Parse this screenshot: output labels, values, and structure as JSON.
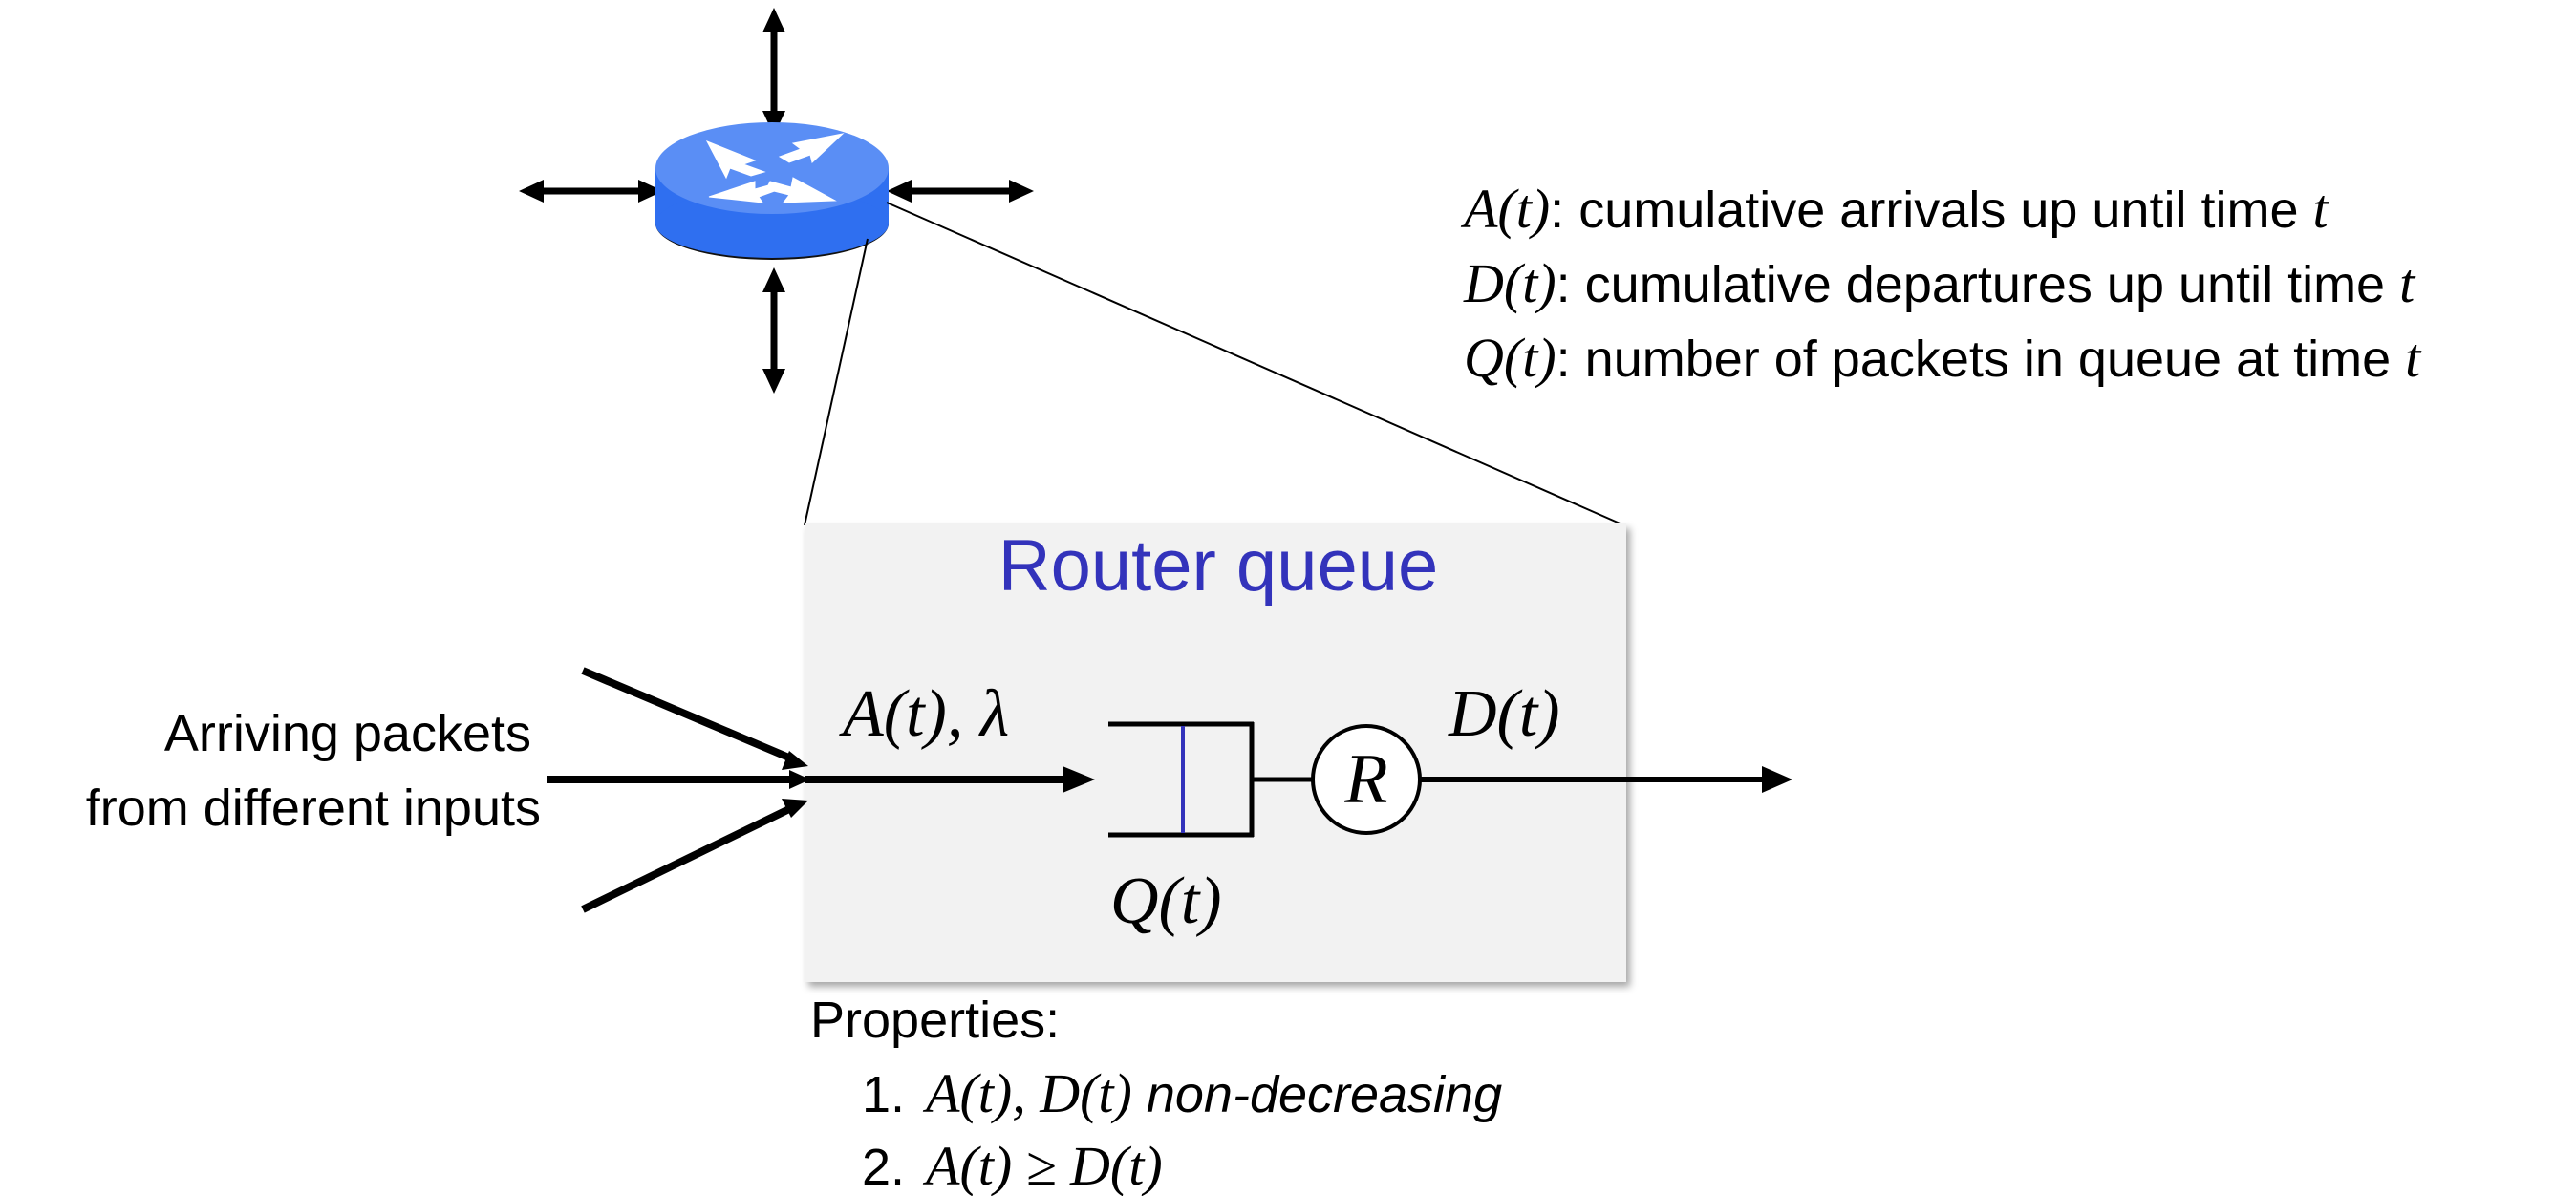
{
  "definitions": {
    "a": {
      "sym": "A(t)",
      "sep": ": ",
      "desc": "cumulative arrivals up until time ",
      "tail": "t"
    },
    "d": {
      "sym": "D(t)",
      "sep": ": ",
      "desc": "cumulative departures up until time ",
      "tail": "t"
    },
    "q": {
      "sym": "Q(t)",
      "sep": ": ",
      "desc": "number of packets in queue at time ",
      "tail": "t"
    }
  },
  "queue_box": {
    "title": "Router queue",
    "arrival_label": "A(t), λ",
    "queue_label": "Q(t)",
    "server_label": "R",
    "departure_label": "D(t)"
  },
  "inputs_label": {
    "line1": "Arriving packets",
    "line2": "from different inputs"
  },
  "properties": {
    "heading": "Properties:",
    "item1_num": "1.",
    "item1_math": "A(t), D(t)",
    "item1_text": " non-decreasing",
    "item2_num": "2.",
    "item2_math": "A(t) ≥ D(t)"
  },
  "colors": {
    "router_body": "#2f6ff0",
    "router_top": "#5a8ef5",
    "title_blue": "#3333bb",
    "queue_line": "#3333bb",
    "box_fill": "#f2f2f2"
  },
  "icons": [
    "router-icon"
  ]
}
